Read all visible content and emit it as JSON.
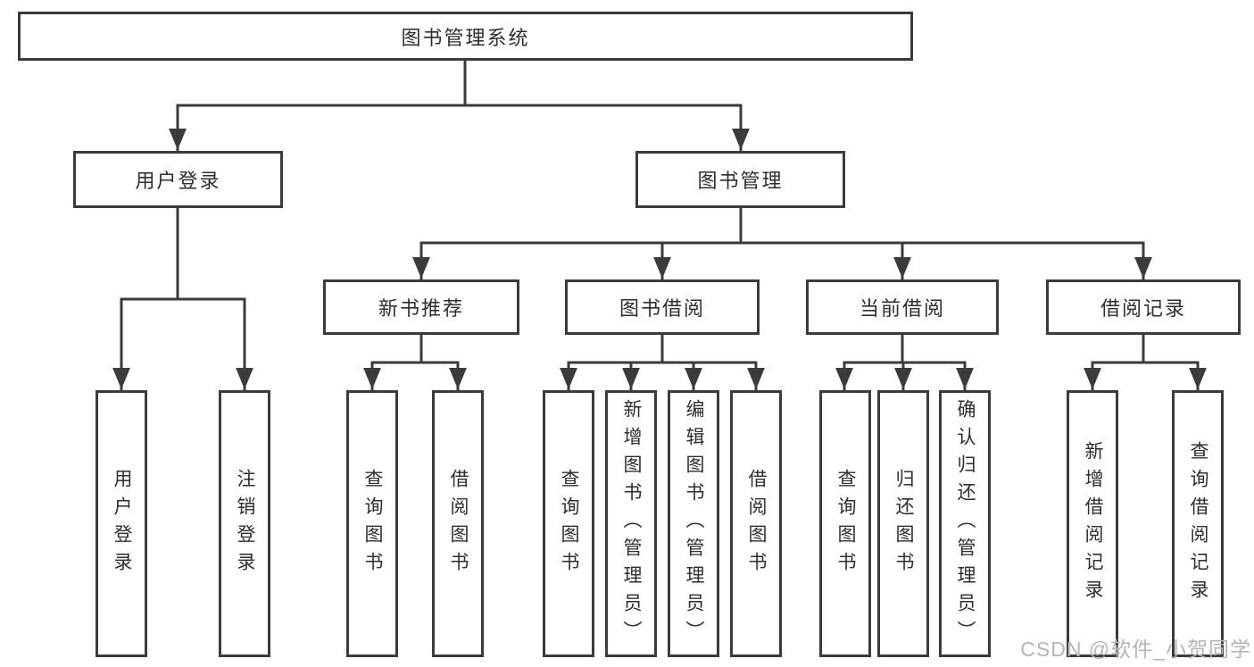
{
  "tree": {
    "root": {
      "label": "图书管理系统"
    },
    "branches": [
      {
        "label": "用户登录",
        "children": [
          {
            "label": "用户登录"
          },
          {
            "label": "注销登录"
          }
        ]
      },
      {
        "label": "图书管理",
        "children": [
          {
            "label": "新书推荐",
            "children": [
              {
                "label": "查询图书"
              },
              {
                "label": "借阅图书"
              }
            ]
          },
          {
            "label": "图书借阅",
            "children": [
              {
                "label": "查询图书"
              },
              {
                "label": "新增图书（管理员）"
              },
              {
                "label": "编辑图书（管理员）"
              },
              {
                "label": "借阅图书"
              }
            ]
          },
          {
            "label": "当前借阅",
            "children": [
              {
                "label": "查询图书"
              },
              {
                "label": "归还图书"
              },
              {
                "label": "确认归还（管理员）"
              }
            ]
          },
          {
            "label": "借阅记录",
            "children": [
              {
                "label": "新增借阅记录"
              },
              {
                "label": "查询借阅记录"
              }
            ]
          }
        ]
      }
    ]
  },
  "watermark": {
    "text": "CSDN @软件_小贺同学"
  },
  "colors": {
    "line": "#3b3b3b",
    "box_border": "#3b3b3b",
    "text": "#2e2e2e",
    "watermark": "#b5b5b5",
    "background": "#ffffff"
  }
}
